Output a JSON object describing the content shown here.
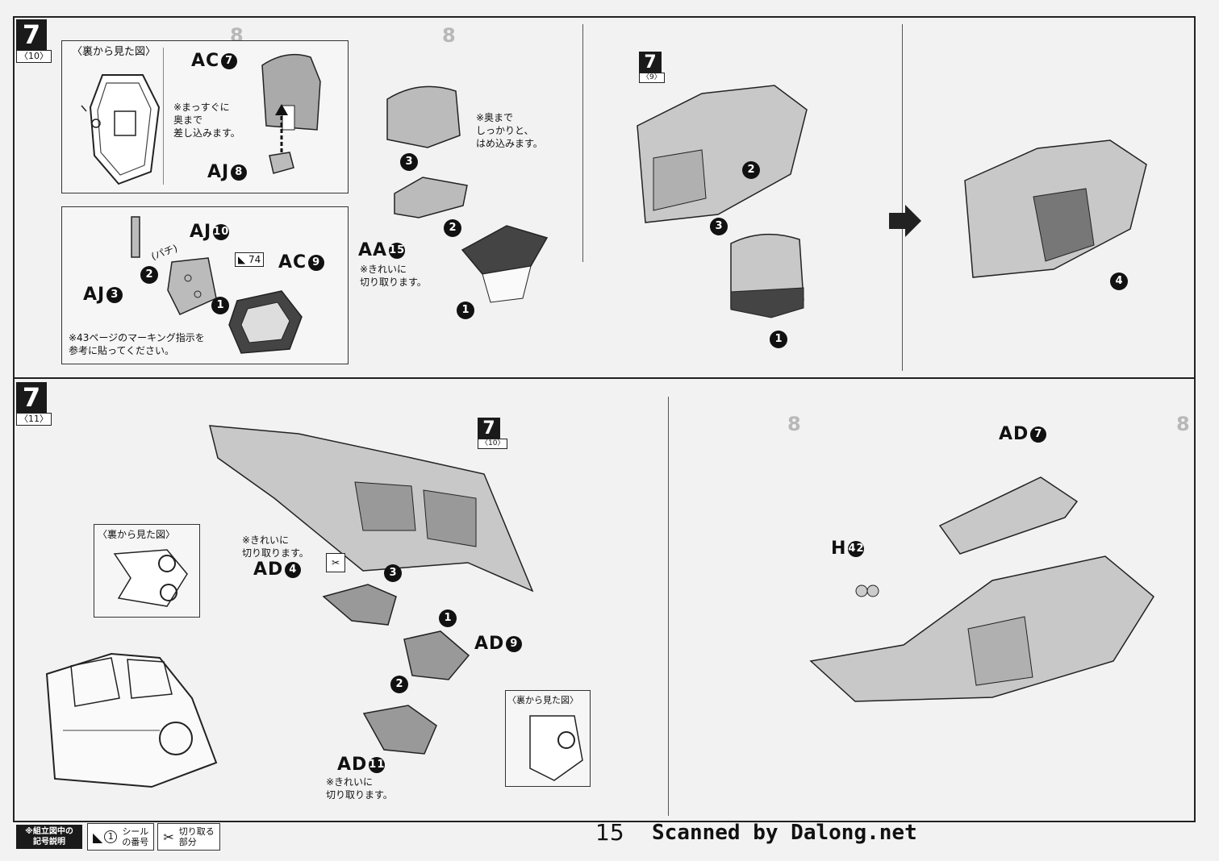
{
  "steps": {
    "top": {
      "number": "7",
      "sub": "〈10〉"
    },
    "top_mid": {
      "number": "7",
      "sub": "〈9〉"
    },
    "bottom": {
      "number": "7",
      "sub": "〈11〉"
    },
    "bottom_ref": {
      "number": "7",
      "sub": "〈10〉"
    }
  },
  "box1": {
    "back_view_label": "〈裏から見た図〉",
    "note": [
      "※まっすぐに",
      "奥まで",
      "差し込みます。"
    ],
    "parts": {
      "ac7": "AC",
      "ac7_n": "7",
      "aj8": "AJ",
      "aj8_n": "8"
    }
  },
  "box2": {
    "parts": {
      "aj10": "AJ",
      "aj10_n": "10",
      "aj3": "AJ",
      "aj3_n": "3",
      "ac9": "AC",
      "ac9_n": "9"
    },
    "click": "(パチ)",
    "sticker_num": "74",
    "note": [
      "※43ページのマーキング指示を",
      "参考に貼ってください。"
    ]
  },
  "top_mid_area": {
    "note_right": [
      "※奥まで",
      "しっかりと、",
      "はめ込みます。"
    ],
    "aa15": "AA",
    "aa15_n": "15",
    "note_left": [
      "※きれいに",
      "切り取ります。"
    ]
  },
  "bottom_left": {
    "back_view_label": "〈裏から見た図〉",
    "note_cut": [
      "※きれいに",
      "切り取ります。"
    ],
    "ad4": "AD",
    "ad4_n": "4",
    "ad9": "AD",
    "ad9_n": "9",
    "ad11": "AD",
    "ad11_n": "11",
    "note_cut2": [
      "※きれいに",
      "切り取ります。"
    ],
    "back_view_label2": "〈裏から見た図〉"
  },
  "bottom_right": {
    "ad7": "AD",
    "ad7_n": "7",
    "h42": "H",
    "h42_n": "42"
  },
  "sequence_badges": [
    "1",
    "2",
    "3",
    "4"
  ],
  "legend": {
    "title": [
      "※組立図中の",
      "記号説明"
    ],
    "seal": [
      "シール",
      "の番号"
    ],
    "seal_num": "1",
    "cut": [
      "切り取る",
      "部分"
    ]
  },
  "page_number": "15",
  "scanned_by": "Scanned by Dalong.net"
}
